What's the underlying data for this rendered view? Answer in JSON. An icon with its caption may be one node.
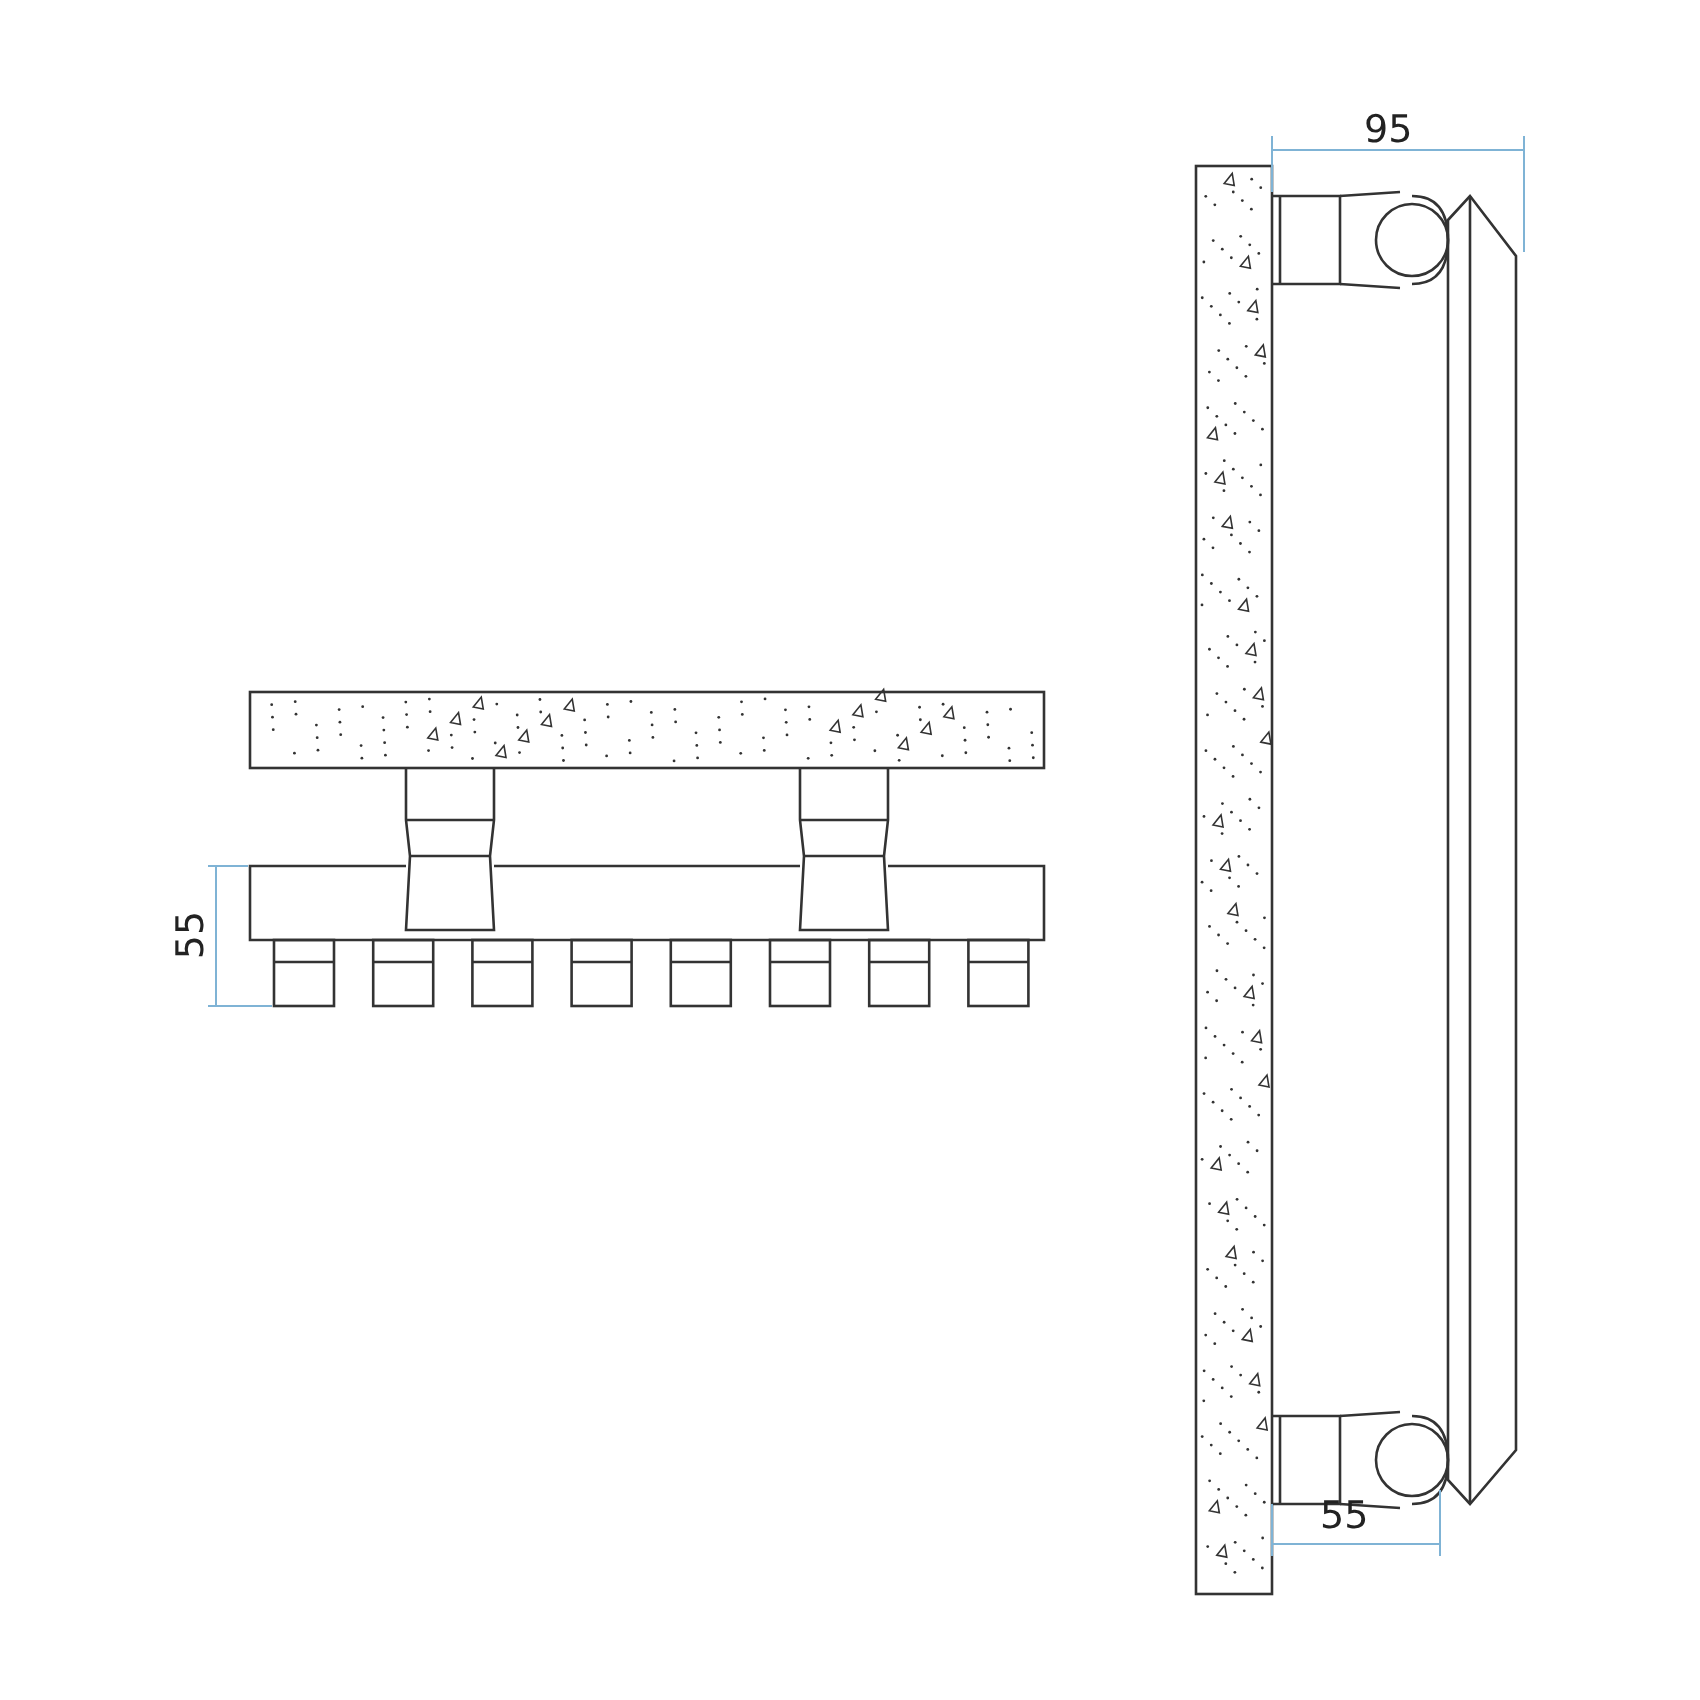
{
  "diagram": {
    "labels": [
      "95",
      "55",
      "55"
    ]
  }
}
